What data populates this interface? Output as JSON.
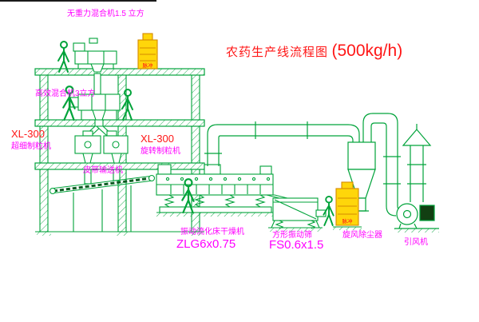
{
  "title": {
    "main": "农药生产线流程图",
    "capacity": "(500kg/h)"
  },
  "labels": {
    "top_mixer": "无重力混合机1.5 立方",
    "high_mixer": "高效混合机3立方",
    "gran_left_model": "XL-300",
    "gran_left_name": "超细制粒机",
    "gran_right_model": "XL-300",
    "gran_right_name": "旋转制粒机",
    "belt": "皮带输送机",
    "dryer_name": "振动流化床干燥机",
    "dryer_model": "ZLG6x0.75",
    "screen_name": "方形振动筛",
    "screen_model": "FS0.6x1.5",
    "cyclone_name": "旋风除尘器",
    "fan_name": "引风机",
    "pulse_top": "脉冲",
    "pulse_right": "脉冲"
  },
  "colors": {
    "line_green": "#00a33a",
    "label_magenta": "#ff00ff",
    "title_red": "#ff1616",
    "equipment_yellow": "#ffd60a",
    "equipment_yellow_border": "#d68a00",
    "motor_dark": "#123f12"
  }
}
